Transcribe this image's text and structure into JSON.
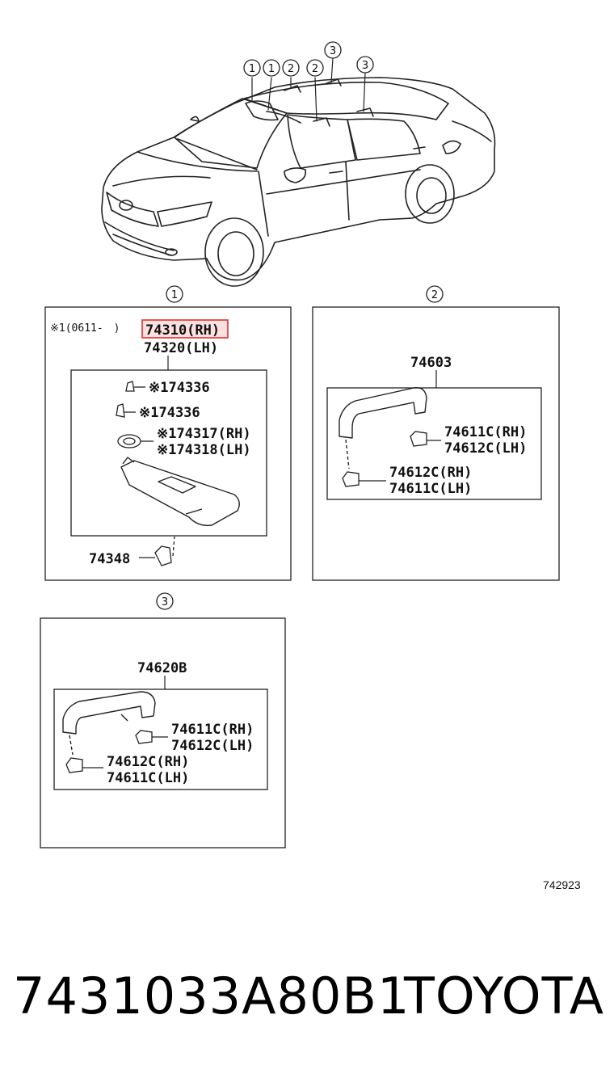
{
  "header_callouts": [
    "1",
    "1",
    "2",
    "2",
    "3",
    "3"
  ],
  "section1": {
    "number": "1",
    "note": "※1(0611-　)",
    "part_rh": "74310(RH)",
    "part_lh": "74320(LH)",
    "clip1": "※174336",
    "clip2": "※174336",
    "holder_rh": "※174317(RH)",
    "holder_lh": "※174318(LH)",
    "bracket": "74348",
    "highlight_color": "#e03030"
  },
  "section2": {
    "number": "2",
    "assembly": "74603",
    "cap1_rh": "74611C(RH)",
    "cap1_lh": "74612C(LH)",
    "cap2_rh": "74612C(RH)",
    "cap2_lh": "74611C(LH)"
  },
  "section3": {
    "number": "3",
    "assembly": "74620B",
    "cap1_rh": "74611C(RH)",
    "cap1_lh": "74612C(LH)",
    "cap2_rh": "74612C(RH)",
    "cap2_lh": "74611C(LH)"
  },
  "diagram_id": "742923",
  "footer": {
    "part_number": "7431033A80B1",
    "brand": "TOYOTA"
  }
}
